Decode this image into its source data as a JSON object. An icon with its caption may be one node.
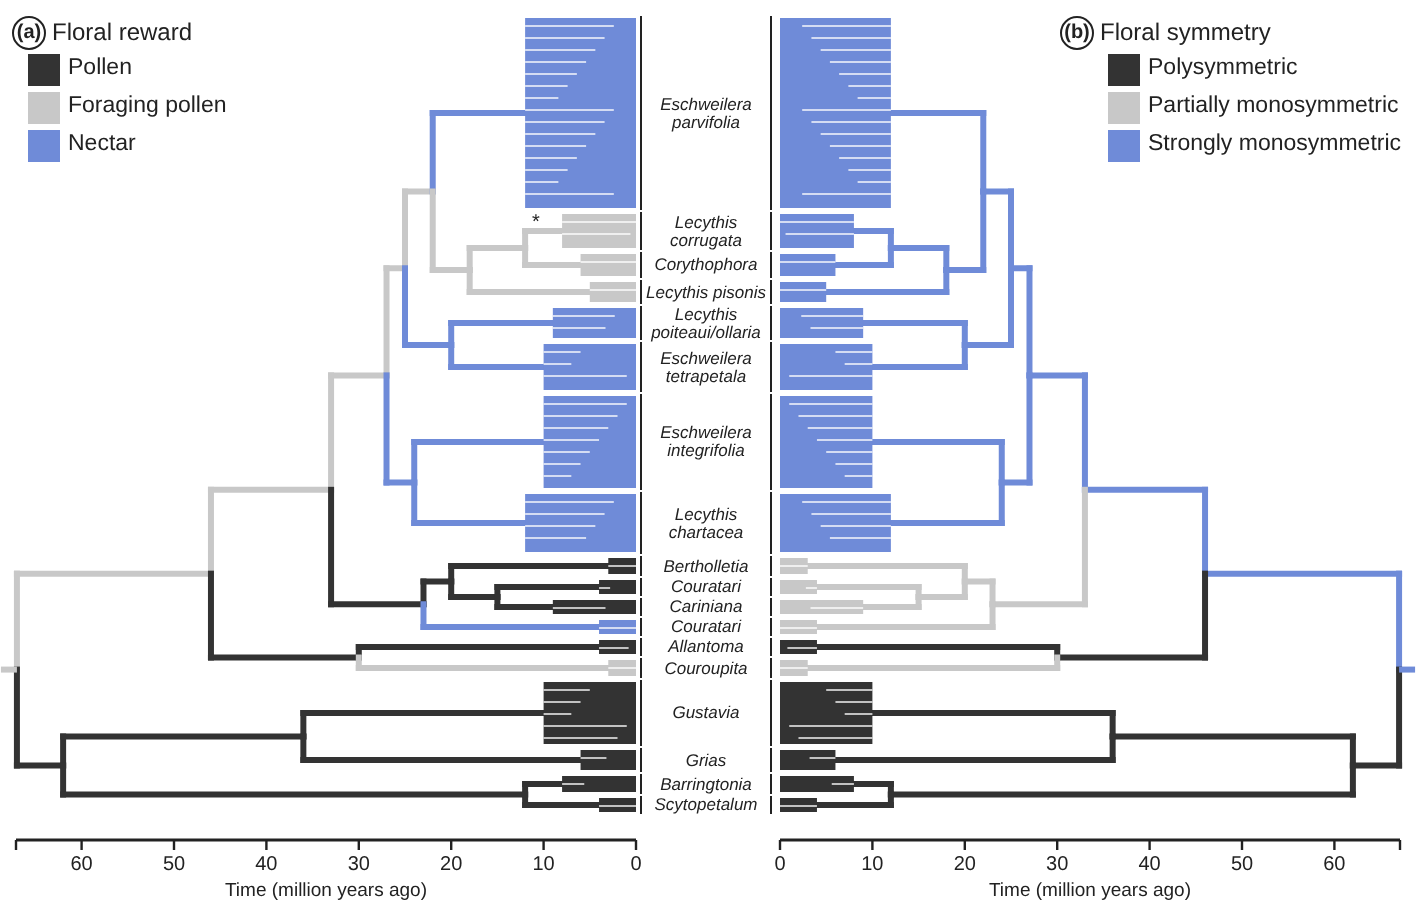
{
  "diagram": {
    "labels": [
      "(a)",
      "Floral reward",
      "(b)",
      "Floral symmetry",
      "Eschweilera parvifolia",
      "*",
      "Lecythis corrugata",
      "Corythophora",
      "Lecythis pisonis",
      "Lecythis poiteaui/ollaria",
      "Eschweilera tetrapetala",
      "Eschweilera integrifolia",
      "Lecythis chartacea",
      "Bertholletia",
      "Couratari",
      "Cariniana",
      "Couratari",
      "Allantoma",
      "Couroupita",
      "Gustavia",
      "Grias",
      "Barringtonia",
      "Scytopetalum",
      "60",
      "50",
      "40",
      "30",
      "20",
      "10",
      "0",
      "Time (million years ago)",
      "0",
      "10",
      "20",
      "30",
      "40",
      "50",
      "60",
      "Time (million years ago)"
    ],
    "legend": [
      {
        "text": "Pollen",
        "color": "#333333"
      },
      {
        "text": "Foraging pollen",
        "color": "#c8c8c8"
      },
      {
        "text": "Nectar",
        "color": "#6f8bd8"
      },
      {
        "text": "Polysymmetric",
        "color": "#333333"
      },
      {
        "text": "Partially monosymmetric",
        "color": "#c8c8c8"
      },
      {
        "text": "Strongly monosymmetric",
        "color": "#6f8bd8"
      }
    ]
  }
}
